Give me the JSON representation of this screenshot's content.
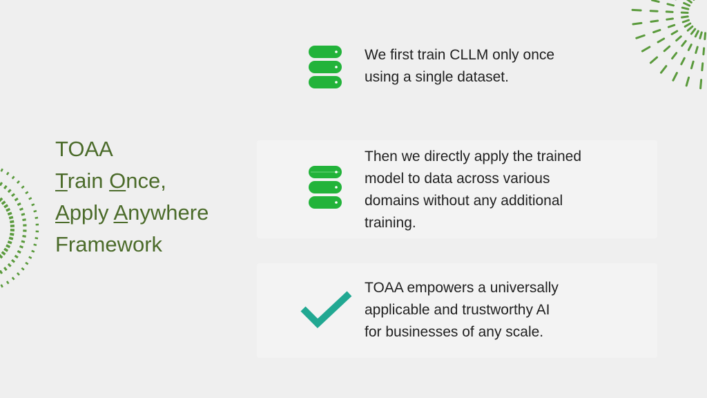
{
  "title": {
    "line1": "TOAA",
    "line2_a": "T",
    "line2_b": "rain ",
    "line2_c": "O",
    "line2_d": "nce,",
    "line3_a": "A",
    "line3_b": "pply ",
    "line3_c": "A",
    "line3_d": "nywhere",
    "line4": "Framework"
  },
  "cards": [
    {
      "icon": "database-icon",
      "lines": [
        "We first train CLLM only once",
        "using a single dataset."
      ]
    },
    {
      "icon": "database-icon",
      "lines": [
        "Then we directly apply the trained",
        "model to data across various",
        "domains without any additional",
        "training."
      ]
    },
    {
      "icon": "checkmark-icon",
      "lines": [
        "TOAA empowers a universally",
        "applicable and trustworthy AI",
        "for businesses of any scale."
      ]
    }
  ],
  "colors": {
    "title": "#4b6b2a",
    "icon_green": "#22b33a",
    "check_teal": "#21a892",
    "deco_green": "#5a9a3c"
  }
}
